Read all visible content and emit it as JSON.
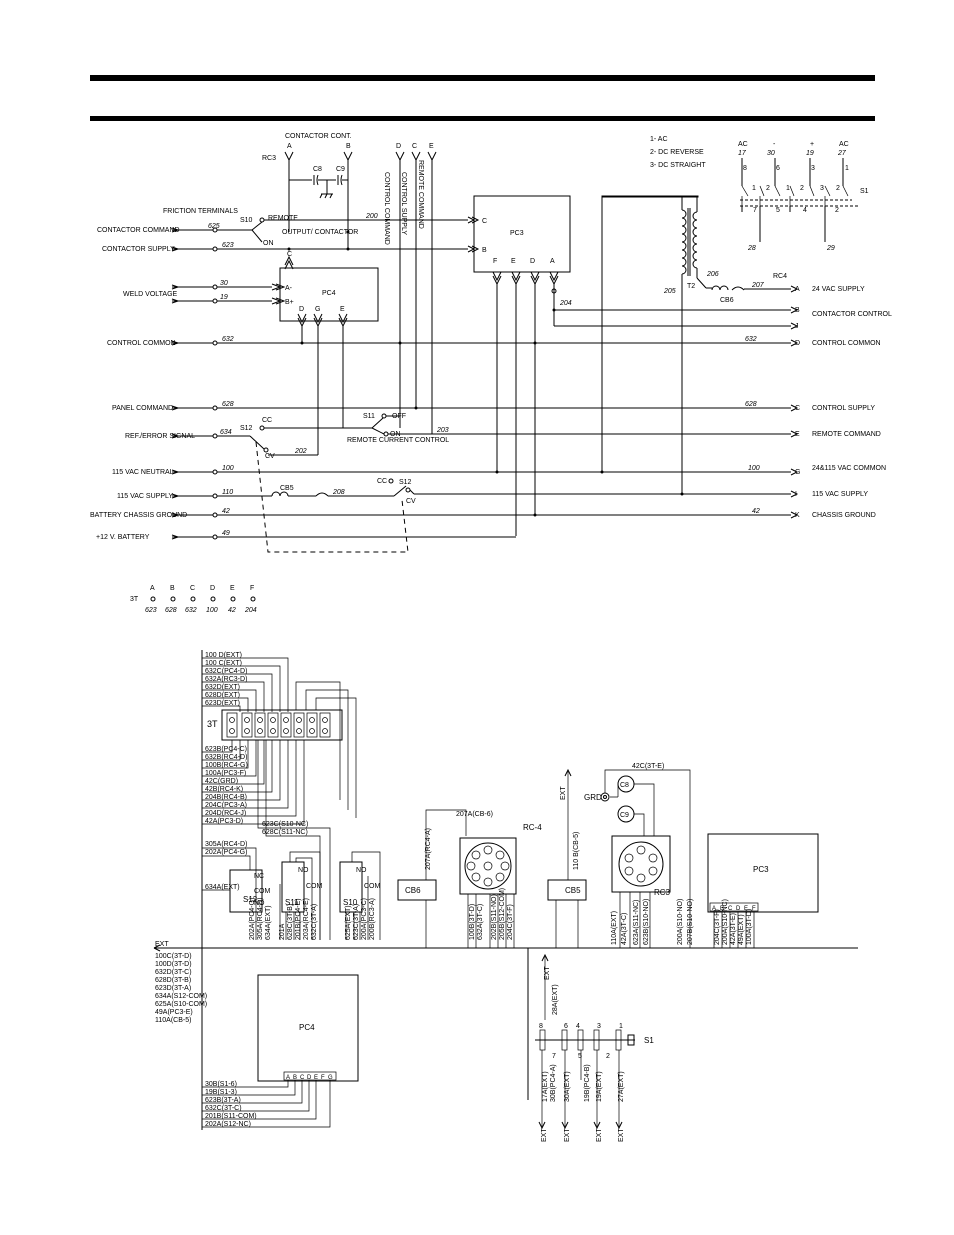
{
  "schematic": {
    "contactor_cont": "CONTACTOR CONT.",
    "rc3": "RC3",
    "pin_a": "A",
    "pin_b": "B",
    "cap_c8": "C8",
    "cap_c9": "C9",
    "top_d": "D",
    "top_c": "C",
    "top_e": "E",
    "control_command": "CONTROL COMMAND",
    "control_supply": "CONTROL SUPPLY",
    "remote_command": "REMOTE COMMAND",
    "friction_terminals": "FRICTION TERMINALS",
    "s10": "S10",
    "remote": "REMOTE",
    "output_contactor": "OUTPUT/ CONTACTOR",
    "on": "ON",
    "off": "OFF",
    "contactor_command": "CONTACTOR COMMAND",
    "contactor_supply": "CONTACTOR SUPPLY",
    "weld_voltage": "WELD VOLTAGE",
    "control_common": "CONTROL COMMON",
    "panel_command": "PANEL COMMAND",
    "ref_error_signal": "REF./ERROR SIGNAL",
    "vac_neutral": "115 VAC NEUTRAL",
    "vac_supply": "115 VAC SUPPLY",
    "battery_chassis_ground": "BATTERY CHASSIS GROUND",
    "battery_12v": "+12 V. BATTERY",
    "pc4": "PC4",
    "pc3": "PC3",
    "s11": "S11",
    "s12": "S12",
    "cc": "CC",
    "cv": "CV",
    "remote_current_control": "REMOTE CURRENT CONTROL",
    "cb5": "CB5",
    "cb6": "CB6",
    "t2": "T2",
    "rc4": "RC4",
    "s1": "S1",
    "a_minus": "A-",
    "b_plus": "B+",
    "legend_1": "1- AC",
    "legend_2": "2- DC REVERSE",
    "legend_3": "3- DC STRAIGHT",
    "s1_ac": "AC",
    "s1_minus": "-",
    "s1_plus": "+",
    "s1_ac2": "AC",
    "w625": "625",
    "w623": "623",
    "w200": "200",
    "w30": "30",
    "w19": "19",
    "w632": "632",
    "w628": "628",
    "w634": "634",
    "w202": "202",
    "w203": "203",
    "w100": "100",
    "w110": "110",
    "w208": "208",
    "w42": "42",
    "w49": "49",
    "w204": "204",
    "w205": "205",
    "w206": "206",
    "w207": "207",
    "w17": "17",
    "w27": "27",
    "w28": "28",
    "w29": "29",
    "rc4_a": "24 VAC SUPPLY",
    "rc4_b": "CONTACTOR CONTROL",
    "rc4_d": "CONTROL COMMON",
    "rc4_c": "CONTROL SUPPLY",
    "rc4_e": "REMOTE COMMAND",
    "rc4_g": "24&115 VAC COMMON",
    "rc4_i": "115 VAC SUPPLY",
    "rc4_k": "CHASSIS GROUND",
    "terminal_3t": "3T",
    "ts_letters": [
      "A",
      "B",
      "C",
      "D",
      "E",
      "F"
    ],
    "ts_wires": [
      "623",
      "628",
      "632",
      "100",
      "42",
      "204"
    ]
  },
  "wiring": {
    "terminal_3t": "3T",
    "top_labels": [
      "100 D(EXT)",
      "100 C(EXT)",
      "632C(PC4-D)",
      "632A(RC3-D)",
      "632D(EXT)",
      "628D(EXT)",
      "623D(EXT)"
    ],
    "bottom_labels": [
      "623B(PC4-C)",
      "632B(RC4-D)",
      "100B(RC4-G)",
      "100A(PC3-F)",
      "42C(GRD)",
      "42B(RC4-K)",
      "204B(RC4-B)",
      "204C(PC3-A)",
      "204D(RC4-J)",
      "42A(PC3-D)"
    ],
    "s10_nc": "623C(S10-NC)",
    "s11_nc": "628C(S11-NC)",
    "s12_group": [
      "305A(RC4-D)",
      "202A(PC4-G)"
    ],
    "s12_left": "634A(EXT)",
    "rc4_title": "RC-4",
    "rc4_top": "207A(CB-6)",
    "rc3_title": "RC3",
    "rc3_top": "42C(3T-E)",
    "grd": "GRD",
    "c8": "C8",
    "c9": "C9",
    "cb6": "CB6",
    "cb5": "CB5",
    "cb5_label": "110 B(CB-5)",
    "pc3": "PC3",
    "pc4": "PC4",
    "s10": "S10",
    "s11": "S11",
    "s12": "S12",
    "s1": "S1",
    "ext": "EXT",
    "pc3_pins": [
      "A",
      "B",
      "C",
      "D",
      "E",
      "F"
    ],
    "pc4_pins": [
      "A",
      "B",
      "C",
      "D",
      "E",
      "F",
      "G"
    ],
    "bundle_list": [
      "100C(3T-D)",
      "100D(3T-D)",
      "632D(3T-C)",
      "628D(3T-B)",
      "623D(3T-A)",
      "634A(S12-COM)",
      "625A(S10-COM)",
      "49A(PC3-E)",
      "110A(CB-5)"
    ],
    "pc4_list": [
      "30B(S1-6)",
      "19B(S1-3)",
      "623B(3T-A)",
      "632C(3T-C)",
      "201B(S11-COM)",
      "202A(S12-NC)"
    ],
    "s1_bottom": [
      "17A(EXT)",
      "30B(PC4-A)",
      "30A(EXT)",
      "19B(PC4-B)",
      "19A(EXT)",
      "27A(EXT)"
    ],
    "s1_top": [
      "28A(EXT)"
    ],
    "s1_top_pins": [
      "8",
      "6",
      "4",
      "3",
      "1"
    ],
    "s1_bot_pins": [
      "7",
      "5",
      "2"
    ],
    "s1_ext": [
      "EXT",
      "EXT",
      "EXT",
      "EXT"
    ]
  }
}
